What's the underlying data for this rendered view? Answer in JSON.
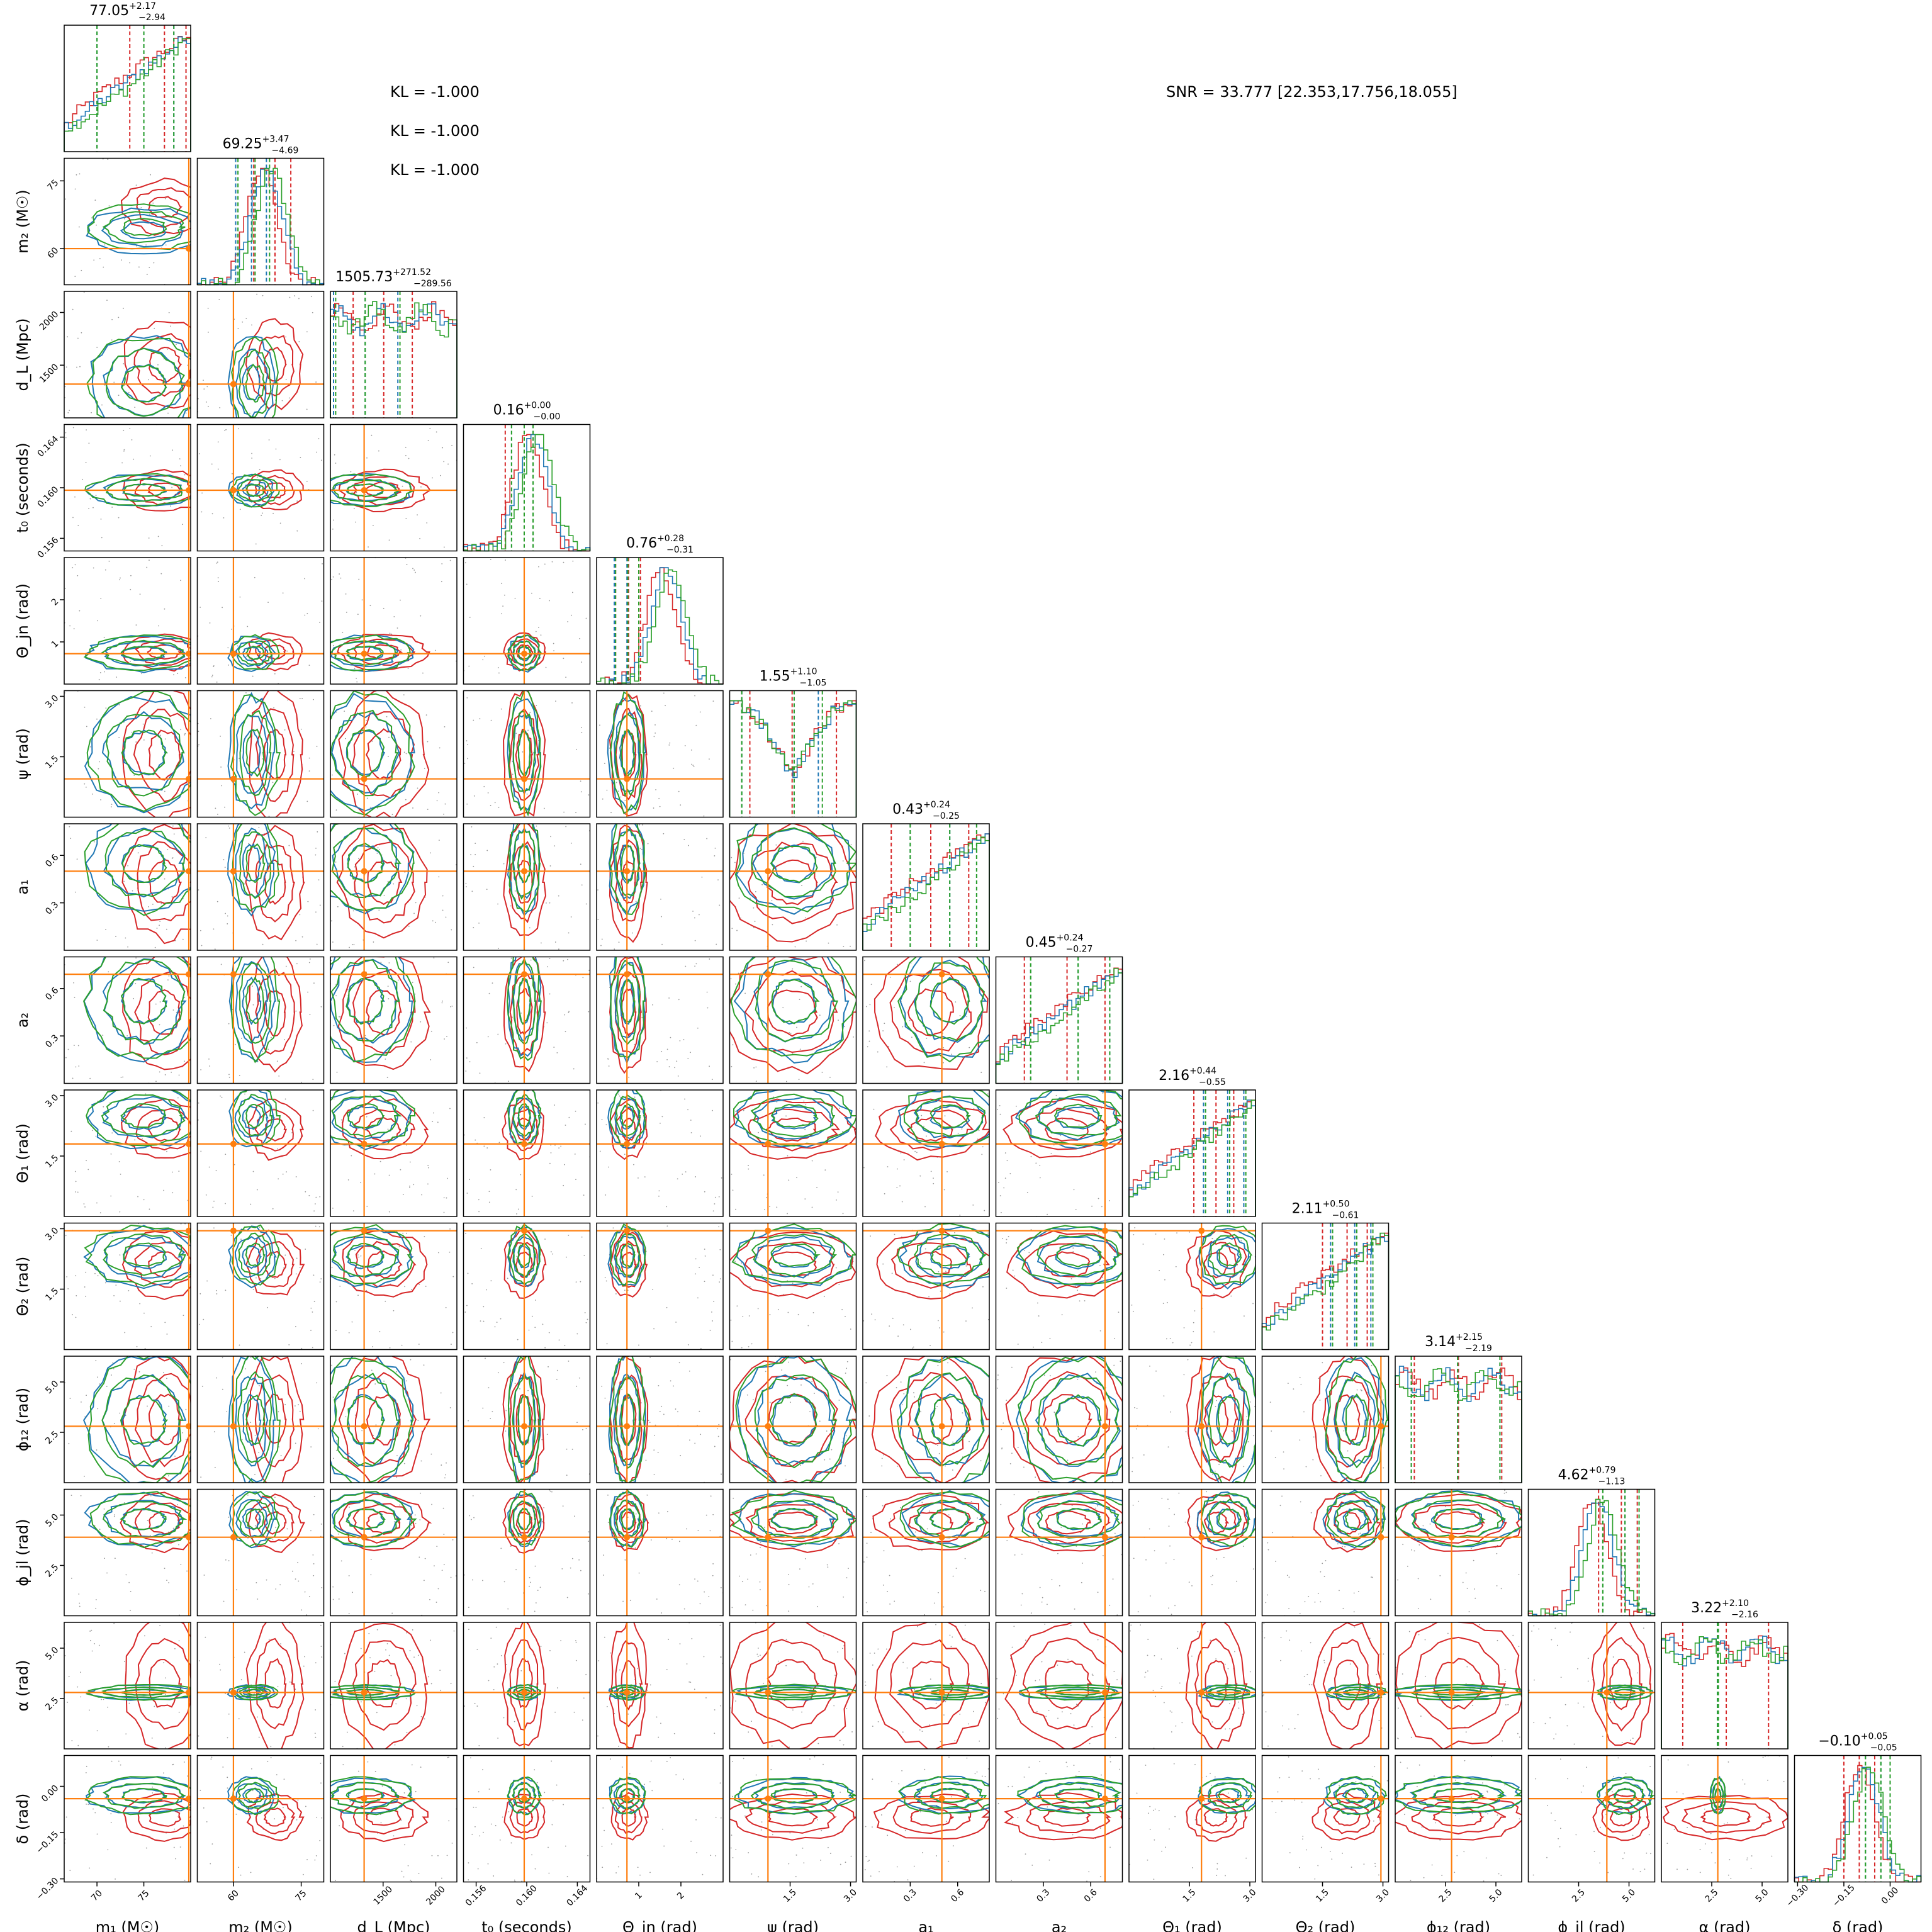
{
  "colors": {
    "series_red": "#d62728",
    "series_blue": "#1f77b4",
    "series_green": "#2ca02c",
    "truth": "#ff7f0e"
  },
  "annotations": {
    "kl": [
      "KL = -1.000",
      "KL = -1.000",
      "KL = -1.000"
    ],
    "snr": "SNR = 33.777 [22.353,17.756,18.055]"
  },
  "chart_data": {
    "type": "corner",
    "grid": false,
    "series_colors": [
      "#d62728",
      "#1f77b4",
      "#2ca02c"
    ],
    "truth_color": "#ff7f0e",
    "parameters": [
      {
        "label": "m₁ (M☉)",
        "range": [
          66.5,
          80.0
        ],
        "ticks": [
          70,
          75
        ],
        "tick_labels": [
          "70",
          "75"
        ],
        "truth": 79.8,
        "title": {
          "main": "77.05",
          "plus": "+2.17",
          "minus": "−2.94"
        },
        "hist": "rising",
        "quantiles": {
          "red": [
            73.5,
            77.2,
            79.5
          ],
          "blue": [
            70.0,
            75.0,
            78.2
          ],
          "green": [
            70.0,
            75.0,
            78.2
          ]
        }
      },
      {
        "label": "m₂ (M☉)",
        "range": [
          52.0,
          80.0
        ],
        "ticks": [
          60,
          75
        ],
        "tick_labels": [
          "60",
          "75"
        ],
        "truth": 60.0,
        "title": {
          "main": "69.25",
          "plus": "+3.47",
          "minus": "−4.69"
        },
        "hist": "peak",
        "quantiles": {
          "red": [
            64.5,
            69.2,
            72.7
          ],
          "blue": [
            60.5,
            64.0,
            67.3
          ],
          "green": [
            61.0,
            64.8,
            68.0
          ]
        }
      },
      {
        "label": "d_L (Mpc)",
        "range": [
          1000,
          2200
        ],
        "ticks": [
          1500,
          2000
        ],
        "tick_labels": [
          "1500",
          "2000"
        ],
        "truth": 1320,
        "title": {
          "main": "1505.73",
          "plus": "+271.52",
          "minus": "−289.56"
        },
        "hist": "flat",
        "quantiles": {
          "red": [
            1216,
            1506,
            1777
          ],
          "blue": [
            1030,
            1330,
            1640
          ],
          "green": [
            1050,
            1330,
            1660
          ]
        }
      },
      {
        "label": "t₀ (seconds)",
        "range": [
          0.155,
          0.165
        ],
        "ticks": [
          0.156,
          0.16,
          0.164
        ],
        "tick_labels": [
          "0.156",
          "0.160",
          "0.164"
        ],
        "truth": 0.1598,
        "title": {
          "main": "0.16",
          "plus": "+0.00",
          "minus": "−0.00"
        },
        "hist": "peak",
        "quantiles": {
          "red": [
            0.1583,
            0.1598,
            0.1605
          ],
          "blue": [
            0.1588,
            0.1598,
            0.1605
          ],
          "green": [
            0.1588,
            0.1598,
            0.1605
          ]
        }
      },
      {
        "label": "Θ_jn (rad)",
        "range": [
          0.0,
          3.0
        ],
        "ticks": [
          1,
          2
        ],
        "tick_labels": [
          "1",
          "2"
        ],
        "truth": 0.72,
        "title": {
          "main": "0.76",
          "plus": "+0.28",
          "minus": "−0.31"
        },
        "hist": "peak",
        "quantiles": {
          "red": [
            0.45,
            0.76,
            1.04
          ],
          "blue": [
            0.42,
            0.72,
            1.0
          ],
          "green": [
            0.45,
            0.74,
            1.0
          ]
        }
      },
      {
        "label": "ψ (rad)",
        "range": [
          0.0,
          3.14
        ],
        "ticks": [
          1.5,
          3.0
        ],
        "tick_labels": [
          "1.5",
          "3.0"
        ],
        "truth": 0.95,
        "title": {
          "main": "1.55",
          "plus": "+1.10",
          "minus": "−1.05"
        },
        "hist": "valley",
        "quantiles": {
          "red": [
            0.5,
            1.55,
            2.65
          ],
          "blue": [
            0.3,
            1.6,
            2.2
          ],
          "green": [
            0.3,
            1.6,
            2.3
          ]
        }
      },
      {
        "label": "a₁",
        "range": [
          0.0,
          0.8
        ],
        "ticks": [
          0.3,
          0.6
        ],
        "tick_labels": [
          "0.3",
          "0.6"
        ],
        "truth": 0.5,
        "title": {
          "main": "0.43",
          "plus": "+0.24",
          "minus": "−0.25"
        },
        "hist": "rising",
        "quantiles": {
          "red": [
            0.18,
            0.43,
            0.67
          ],
          "blue": [
            0.3,
            0.55,
            0.72
          ],
          "green": [
            0.3,
            0.55,
            0.72
          ]
        }
      },
      {
        "label": "a₂",
        "range": [
          0.0,
          0.8
        ],
        "ticks": [
          0.3,
          0.6
        ],
        "tick_labels": [
          "0.3",
          "0.6"
        ],
        "truth": 0.69,
        "title": {
          "main": "0.45",
          "plus": "+0.24",
          "minus": "−0.27"
        },
        "hist": "rising",
        "quantiles": {
          "red": [
            0.18,
            0.45,
            0.69
          ],
          "blue": [
            0.22,
            0.52,
            0.72
          ],
          "green": [
            0.22,
            0.52,
            0.72
          ]
        }
      },
      {
        "label": "Θ₁ (rad)",
        "range": [
          0.0,
          3.14
        ],
        "ticks": [
          1.5,
          3.0
        ],
        "tick_labels": [
          "1.5",
          "3.0"
        ],
        "truth": 1.8,
        "title": {
          "main": "2.16",
          "plus": "+0.44",
          "minus": "−0.55"
        },
        "hist": "rising",
        "quantiles": {
          "red": [
            1.61,
            2.16,
            2.6
          ],
          "blue": [
            1.85,
            2.45,
            2.85
          ],
          "green": [
            1.9,
            2.5,
            2.9
          ]
        }
      },
      {
        "label": "Θ₂ (rad)",
        "range": [
          0.0,
          3.14
        ],
        "ticks": [
          1.5,
          3.0
        ],
        "tick_labels": [
          "1.5",
          "3.0"
        ],
        "truth": 2.95,
        "title": {
          "main": "2.11",
          "plus": "+0.50",
          "minus": "−0.61"
        },
        "hist": "rising",
        "quantiles": {
          "red": [
            1.5,
            2.11,
            2.61
          ],
          "blue": [
            1.7,
            2.3,
            2.7
          ],
          "green": [
            1.75,
            2.35,
            2.75
          ]
        }
      },
      {
        "label": "ϕ₁₂ (rad)",
        "range": [
          0.0,
          6.28
        ],
        "ticks": [
          2.5,
          5.0
        ],
        "tick_labels": [
          "2.5",
          "5.0"
        ],
        "truth": 2.8,
        "title": {
          "main": "3.14",
          "plus": "+2.15",
          "minus": "−2.19"
        },
        "hist": "flat",
        "quantiles": {
          "red": [
            0.95,
            3.14,
            5.29
          ],
          "blue": [
            0.8,
            3.1,
            5.2
          ],
          "green": [
            0.8,
            3.1,
            5.2
          ]
        }
      },
      {
        "label": "ϕ_jl (rad)",
        "range": [
          0.0,
          6.28
        ],
        "ticks": [
          2.5,
          5.0
        ],
        "tick_labels": [
          "2.5",
          "5.0"
        ],
        "truth": 3.9,
        "title": {
          "main": "4.62",
          "plus": "+0.79",
          "minus": "−1.13"
        },
        "hist": "peak",
        "quantiles": {
          "red": [
            3.49,
            4.62,
            5.41
          ],
          "blue": [
            3.7,
            4.8,
            5.5
          ],
          "green": [
            3.7,
            4.8,
            5.5
          ]
        }
      },
      {
        "label": "α (rad)",
        "range": [
          0.0,
          6.28
        ],
        "ticks": [
          2.5,
          5.0
        ],
        "tick_labels": [
          "2.5",
          "5.0"
        ],
        "truth": 2.8,
        "title": {
          "main": "3.22",
          "plus": "+2.10",
          "minus": "−2.16"
        },
        "hist": "flat",
        "quantiles": {
          "red": [
            1.06,
            3.22,
            5.32
          ],
          "blue": [
            2.78,
            2.8,
            2.82
          ],
          "green": [
            2.79,
            2.81,
            2.83
          ]
        }
      },
      {
        "label": "δ (rad)",
        "range": [
          -0.31,
          0.1
        ],
        "ticks": [
          -0.3,
          -0.15,
          0.0
        ],
        "tick_labels": [
          "−0.30",
          "−0.15",
          "0.00"
        ],
        "truth": -0.04,
        "title": {
          "main": "−0.10",
          "plus": "+0.05",
          "minus": "−0.05"
        },
        "hist": "peak",
        "quantiles": {
          "red": [
            -0.15,
            -0.1,
            -0.05
          ],
          "blue": [
            -0.08,
            -0.03,
            0.0
          ],
          "green": [
            -0.08,
            -0.03,
            0.0
          ]
        }
      }
    ]
  }
}
